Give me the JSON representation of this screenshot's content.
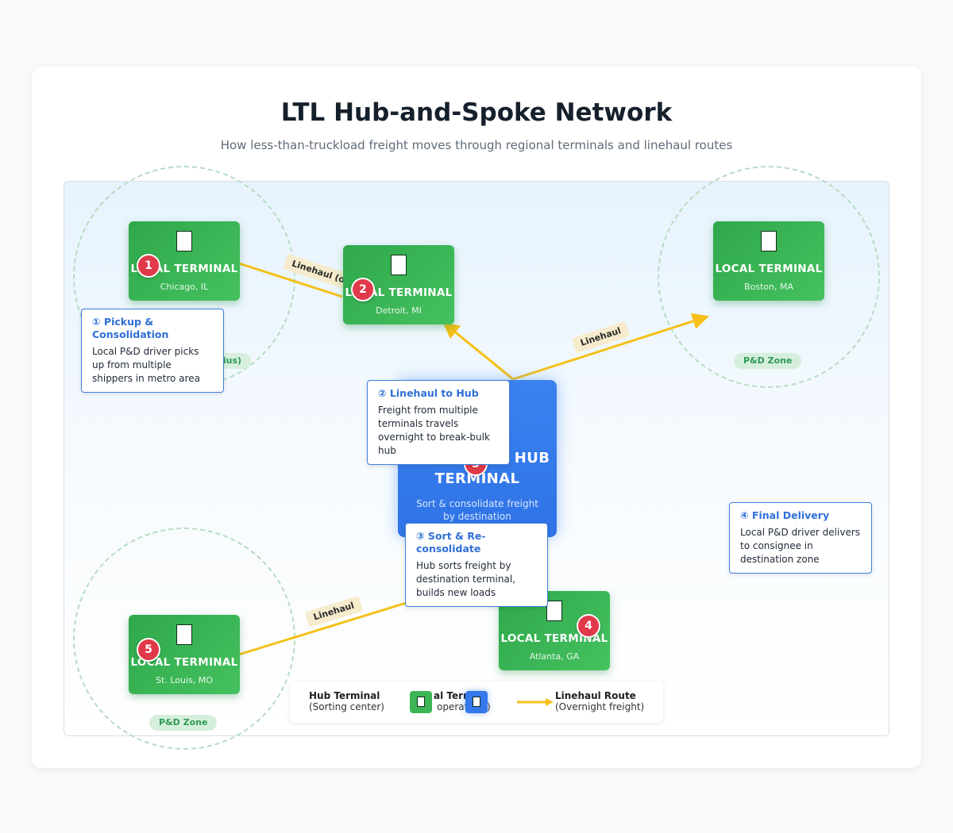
{
  "title": "LTL Hub-and-Spoke Network",
  "subtitle": "How less-than-truckload freight moves through regional terminals and linehaul routes",
  "colors": {
    "terminal": "#3cb554",
    "hub": "#3478ec",
    "linehaul": "#f5c019",
    "badge": "#e0394a",
    "zone": "#b8dcc2"
  },
  "terminals": [
    {
      "label": "LOCAL TERMINAL",
      "city": "Chicago, IL",
      "icon": "building-icon"
    },
    {
      "label": "LOCAL TERMINAL",
      "city": "Detroit, MI",
      "icon": "building-icon"
    },
    {
      "label": "LOCAL TERMINAL",
      "city": "Boston, MA",
      "icon": "building-icon"
    },
    {
      "label": "LOCAL TERMINAL",
      "city": "Atlanta, GA",
      "icon": "building-icon"
    },
    {
      "label": "LOCAL TERMINAL",
      "city": "St. Louis, MO",
      "icon": "building-icon"
    }
  ],
  "hub": {
    "title": "BREAK-BULK HUB TERMINAL",
    "description": "Sort & consolidate freight by destination",
    "icon": "warehouse-icon"
  },
  "zones": [
    "dius)",
    "P&D Zone",
    "P&D Zone"
  ],
  "routes": [
    "Linehaul (o",
    "Linehaul",
    "Linehaul"
  ],
  "badges": [
    "1",
    "2",
    "3",
    "4",
    "5"
  ],
  "steps": [
    {
      "title": "① Pickup & Consolidation",
      "body": "Local P&D driver picks up from multiple shippers in metro area"
    },
    {
      "title": "② Linehaul to Hub",
      "body": "Freight from multiple terminals travels overnight to break-bulk hub"
    },
    {
      "title": "③ Sort & Re-consolidate",
      "body": "Hub sorts freight by destination terminal, builds new loads"
    },
    {
      "title": "④ Final Delivery",
      "body": "Local P&D driver delivers to consignee in destination zone"
    }
  ],
  "legend": {
    "hub_name": "Hub Terminal",
    "hub_sub": "(Sorting center)",
    "local_name": "al Term",
    "local_sub": "operat",
    "local_tail": ")",
    "route_name": "Linehaul Route",
    "route_sub": "(Overnight freight)"
  }
}
